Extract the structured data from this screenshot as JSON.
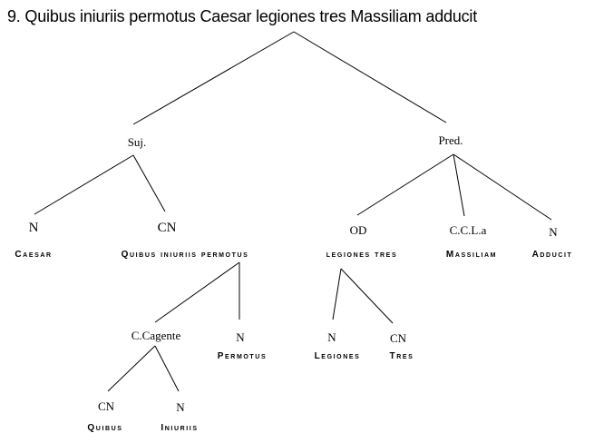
{
  "title": "9. Quibus iniuriis permotus Caesar  legiones tres  Massiliam  adducit",
  "nodes": {
    "suj": "Suj.",
    "pred": "Pred.",
    "n_caesar": "N",
    "cn_quibus": "CN",
    "od": "OD",
    "ccla": "C.C.L.a",
    "n_adducit": "N",
    "ccagente": "C.Cagente",
    "n_permotus": "N",
    "n_legiones": "N",
    "cn_tres": "CN",
    "cn_quibus2": "CN",
    "n_iniuriis": "N"
  },
  "words": {
    "caesar": "Caesar",
    "quibus_iniuriis_permotus": "Quibus iniuriis permotus",
    "legiones_tres": "legiones tres",
    "massiliam": "Massiliam",
    "adducit": "Adducit",
    "permotus": "Permotus",
    "legiones": "Legiones",
    "tres": "Tres",
    "quibus": "Quibus",
    "iniuriis": "Iniuriis"
  }
}
